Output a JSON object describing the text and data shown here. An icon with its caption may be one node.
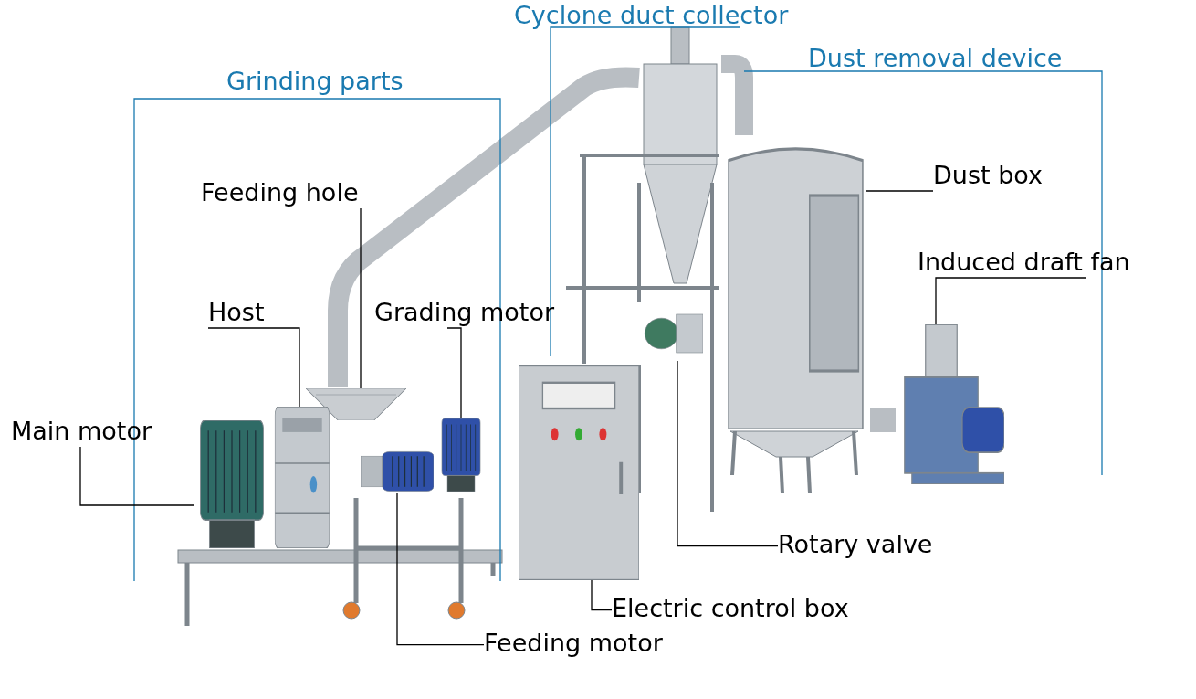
{
  "diagram": {
    "nodes": [
      {
        "text": [
          "Feeding hole"
        ]
      },
      {
        "text": [
          "Host"
        ]
      },
      {
        "text": [
          "Grading motor"
        ]
      },
      {
        "text": [
          "Main motor"
        ]
      },
      {
        "text": [
          "Feeding motor"
        ]
      },
      {
        "text": [
          "Electric control box"
        ]
      },
      {
        "text": [
          "Rotary valve"
        ]
      },
      {
        "text": [
          "Dust box"
        ]
      },
      {
        "text": [
          "Induced draft fan"
        ]
      },
      {
        "text": [],
        "shape": "picture"
      },
      {
        "text": [],
        "shape": "picture"
      },
      {
        "text": [],
        "shape": "picture"
      },
      {
        "text": [],
        "shape": "picture"
      },
      {
        "text": [],
        "shape": "picture"
      },
      {
        "text": [],
        "shape": "picture"
      },
      {
        "text": [],
        "shape": "picture"
      },
      {
        "text": [],
        "shape": "picture"
      },
      {
        "text": [],
        "shape": "picture"
      }
    ],
    "edges": [
      {
        "from": 0,
        "to": 9,
        "arrow": "none"
      },
      {
        "from": 1,
        "to": 10,
        "arrow": "none"
      },
      {
        "from": 2,
        "to": 11,
        "arrow": "none"
      },
      {
        "from": 3,
        "to": 12,
        "arrow": "none"
      },
      {
        "from": 4,
        "to": 13,
        "arrow": "none"
      },
      {
        "from": 5,
        "to": 14,
        "arrow": "none"
      },
      {
        "from": 6,
        "to": 15,
        "arrow": "none"
      },
      {
        "from": 7,
        "to": 16,
        "arrow": "none"
      },
      {
        "from": 8,
        "to": 17,
        "arrow": "none"
      }
    ],
    "labels": [
      "Grinding parts",
      "Cyclone duct collector",
      "Dust removal device"
    ]
  }
}
